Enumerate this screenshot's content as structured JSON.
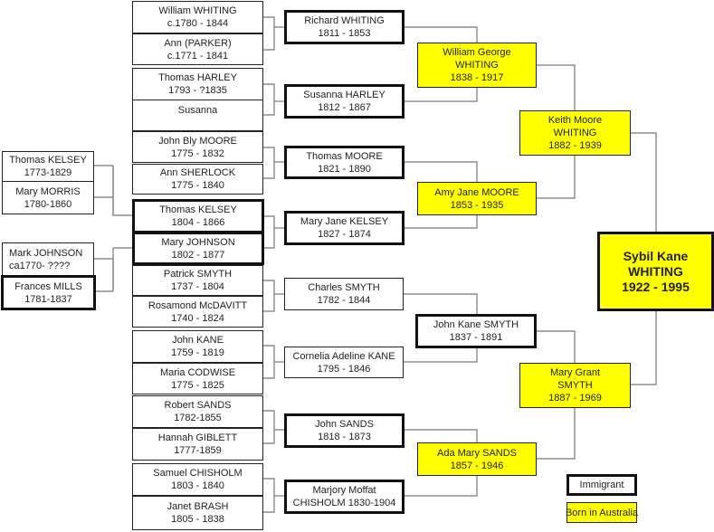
{
  "people": {
    "thomas_kelsey_sr": {
      "name": "Thomas  KELSEY",
      "dates": "1773-1829"
    },
    "mary_morris": {
      "name": "Mary MORRIS",
      "dates": "1780-1860"
    },
    "mark_johnson": {
      "name": "Mark JOHNSON",
      "dates": "ca1770- ????"
    },
    "frances_mills": {
      "name": "Frances MILLS",
      "dates": "1781-1837"
    },
    "william_whiting": {
      "name": "William WHITING",
      "dates": "c.1780 - 1844"
    },
    "ann_parker": {
      "name": "Ann (PARKER)",
      "dates": "c.1771 - 1841"
    },
    "thomas_harley": {
      "name": "Thomas  HARLEY",
      "dates": "1793 - ?1835"
    },
    "susanna": {
      "name": "Susanna",
      "dates": ""
    },
    "john_bly_moore": {
      "name": "John Bly MOORE",
      "dates": "1775 - 1832"
    },
    "ann_sherlock": {
      "name": "Ann SHERLOCK",
      "dates": "1775 - 1840"
    },
    "thomas_kelsey": {
      "name": "Thomas  KELSEY",
      "dates": "1804 - 1866"
    },
    "mary_johnson": {
      "name": "Mary JOHNSON",
      "dates": "1802 - 1877"
    },
    "patrick_smyth": {
      "name": "Patrick SMYTH",
      "dates": "1737 - 1804"
    },
    "rosamond_mcdavitt": {
      "name": "Rosamond  McDAVITT",
      "dates": "1740 - 1824"
    },
    "john_kane": {
      "name": "John KANE",
      "dates": "1759 - 1819"
    },
    "maria_codwise": {
      "name": "Maria CODWISE",
      "dates": "1775 - 1825"
    },
    "robert_sands": {
      "name": "Robert SANDS",
      "dates": "1782-1855"
    },
    "hannah_giblett": {
      "name": "Hannah GIBLETT",
      "dates": "1777-1859"
    },
    "samuel_chisholm": {
      "name": "Samuel CHISHOLM",
      "dates": "1803 - 1840"
    },
    "janet_brash": {
      "name": "Janet BRASH",
      "dates": "1805 - 1838"
    },
    "richard_whiting": {
      "name": "Richard WHITING",
      "dates": "1811 - 1853"
    },
    "susanna_harley": {
      "name": "Susanna HARLEY",
      "dates": "1812 - 1867"
    },
    "thomas_moore": {
      "name": "Thomas  MOORE",
      "dates": "1821 - 1890"
    },
    "mary_jane_kelsey": {
      "name": "Mary Jane KELSEY",
      "dates": "1827 - 1874"
    },
    "charles_smyth": {
      "name": "Charles SMYTH",
      "dates": "1782 - 1844"
    },
    "cornelia_kane": {
      "name": "Cornelia Adeline KANE",
      "dates": "1795 - 1846"
    },
    "john_sands": {
      "name": "John SANDS",
      "dates": "1818 - 1873"
    },
    "marjory_chisholm": {
      "name": "Marjory Moffat",
      "dates": "CHISHOLM  1830-1904"
    },
    "william_george_whiting": {
      "name": "William George",
      "surname": "WHITING",
      "dates": "1838 - 1917"
    },
    "amy_jane_moore": {
      "name": "Amy Jane MOORE",
      "dates": "1853 - 1935"
    },
    "john_kane_smyth": {
      "name": "John Kane SMYTH",
      "dates": "1837 - 1891"
    },
    "ada_mary_sands": {
      "name": "Ada Mary SANDS",
      "dates": "1857 - 1946"
    },
    "keith_moore_whiting": {
      "name": "Keith Moore",
      "surname": "WHITING",
      "dates": "1882 - 1939"
    },
    "mary_grant_smyth": {
      "name": "Mary Grant",
      "surname": "SMYTH",
      "dates": "1887 - 1969"
    },
    "sybil_kane_whiting": {
      "name": "Sybil Kane",
      "surname": "WHITING",
      "dates": "1922 - 1995"
    }
  },
  "legend": {
    "immigrant": "Immigrant",
    "born_in_australia": "Born in Australia"
  },
  "colors": {
    "born_in_australia": "#ffff00",
    "line": "#777777"
  }
}
